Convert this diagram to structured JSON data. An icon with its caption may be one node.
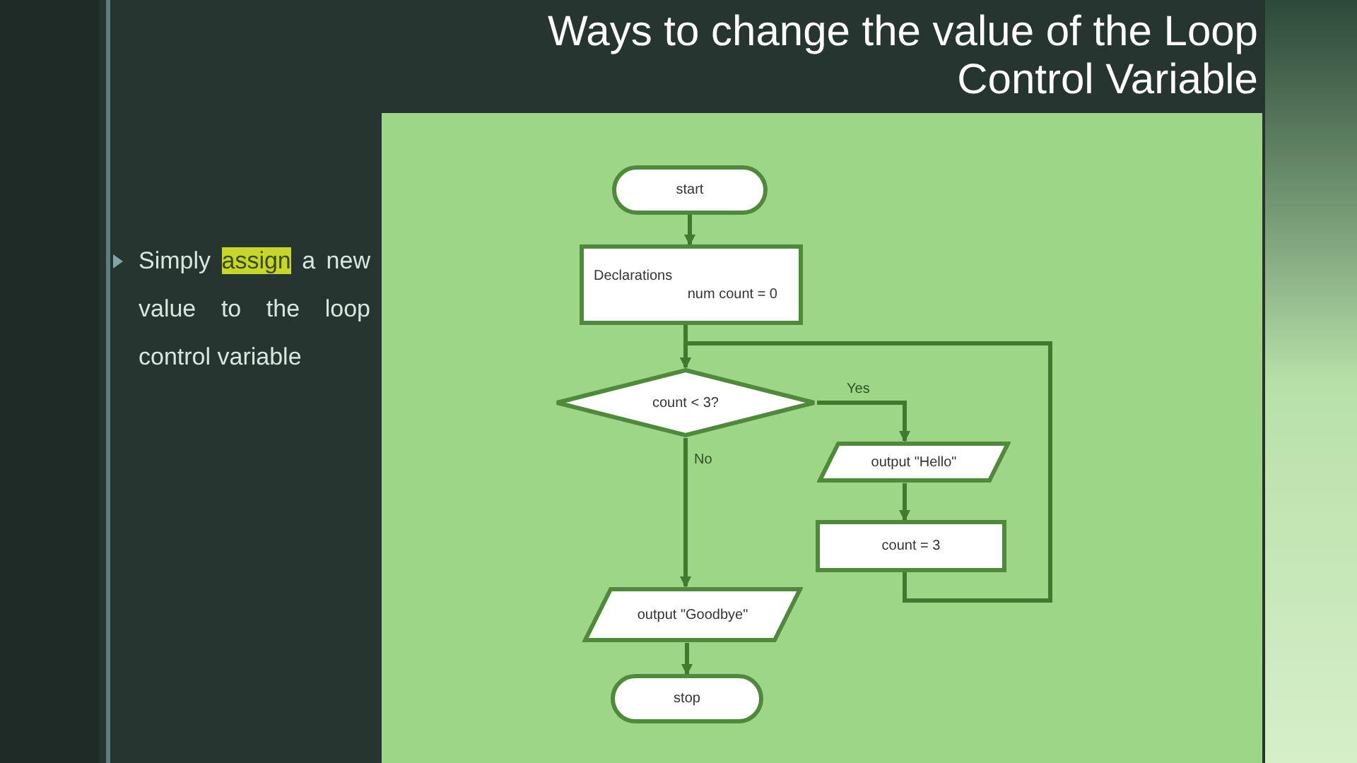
{
  "diagram": {
    "title": "Ways to change the value of the Loop Control Variable",
    "nodes": [
      {
        "text": [
          "start"
        ]
      },
      {
        "text": [
          "Declarations",
          "num count = 0"
        ]
      },
      {
        "text": [
          "count < 3?"
        ]
      },
      {
        "text": [
          "output \"Hello\""
        ]
      },
      {
        "text": [
          "count = 3"
        ]
      },
      {
        "text": [
          "output \"Goodbye\""
        ]
      },
      {
        "text": [
          "stop"
        ]
      }
    ],
    "edges": [
      {
        "from": 0,
        "to": 1,
        "arrow": "to"
      },
      {
        "from": 1,
        "to": 2,
        "arrow": "to"
      },
      {
        "from": 2,
        "to": 3,
        "arrow": "to",
        "label": "Yes"
      },
      {
        "from": 3,
        "to": 4,
        "arrow": "to"
      },
      {
        "from": 4,
        "to": 2,
        "arrow": "to"
      },
      {
        "from": 2,
        "to": 5,
        "arrow": "to",
        "label": "No"
      },
      {
        "from": 5,
        "to": 6,
        "arrow": "to"
      }
    ],
    "labels": [
      "Simply **assign** a new value to the loop control variable"
    ]
  }
}
